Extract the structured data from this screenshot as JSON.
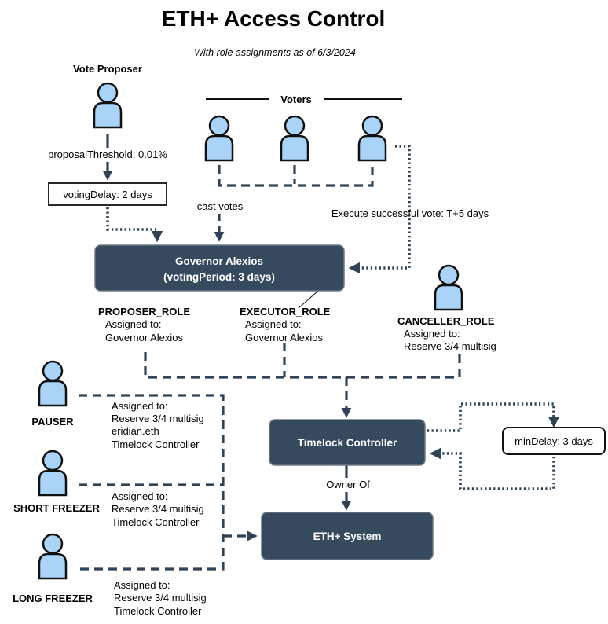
{
  "title": "ETH+ Access Control",
  "subtitle": "With role assignments as of 6/3/2024",
  "vote_proposer": {
    "label": "Vote Proposer",
    "threshold": "proposalThreshold: 0.01%",
    "voting_delay": "votingDelay: 2 days"
  },
  "voters": {
    "label": "Voters",
    "cast_votes": "cast votes",
    "execute": "Execute successful vote: T+5 days"
  },
  "governor": {
    "line1": "Governor Alexios",
    "line2": "(votingPeriod: 3 days)"
  },
  "roles": {
    "proposer": {
      "name": "PROPOSER_ROLE",
      "assigned_label": "Assigned to:",
      "assignee": "Governor Alexios"
    },
    "executor": {
      "name": "EXECUTOR_ROLE",
      "assigned_label": "Assigned to:",
      "assignee": "Governor Alexios"
    },
    "canceller": {
      "name": "CANCELLER_ROLE",
      "assigned_label": "Assigned to:",
      "assignee": "Reserve 3/4 multisig"
    }
  },
  "timelock": {
    "label": "Timelock Controller",
    "min_delay": "minDelay: 3 days",
    "owner_of": "Owner Of"
  },
  "system": {
    "label": "ETH+ System"
  },
  "pauser": {
    "name": "PAUSER",
    "assigned_label": "Assigned to:",
    "assignees": [
      "Reserve 3/4 multisig",
      "eridian.eth",
      "Timelock Controller"
    ]
  },
  "short_freezer": {
    "name": "SHORT FREEZER",
    "assigned_label": "Assigned to:",
    "assignees": [
      "Reserve 3/4 multisig",
      "Timelock Controller"
    ]
  },
  "long_freezer": {
    "name": "LONG FREEZER",
    "assigned_label": "Assigned to:",
    "assignees": [
      "Reserve 3/4 multisig",
      "Timelock Controller"
    ]
  },
  "colors": {
    "node_fill": "#364a5e",
    "person_fill": "#a9d4f7",
    "connector": "#2f4356"
  }
}
